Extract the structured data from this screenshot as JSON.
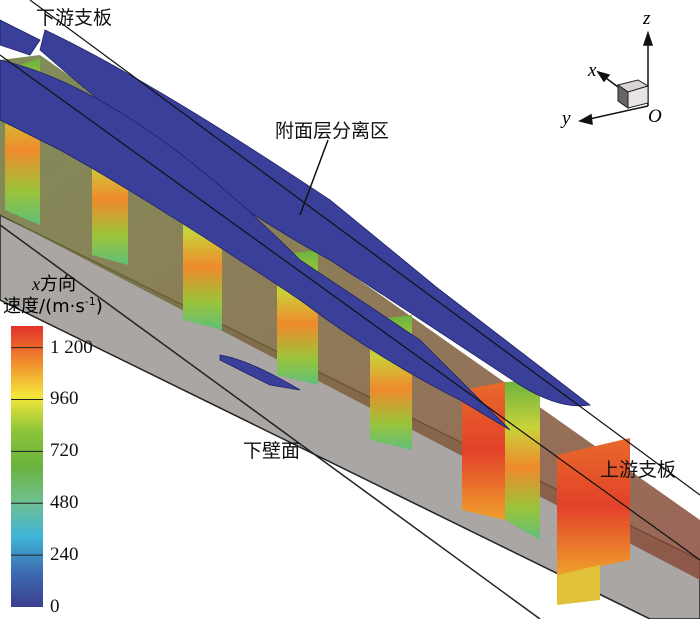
{
  "labels": {
    "downstream_strut": "下游支板",
    "separation_zone": "附面层分离区",
    "lower_wall": "下壁面",
    "upstream_strut": "上游支板"
  },
  "axes": {
    "x": "x",
    "y": "y",
    "z": "z",
    "origin": "O"
  },
  "colorbar": {
    "title_var": "x",
    "title_line1": "方向",
    "title_line2": "速度/(m·s",
    "title_sup": "-1",
    "title_close": ")",
    "ticks": [
      "1 200",
      "960",
      "720",
      "480",
      "240",
      "0"
    ],
    "range": [
      0,
      1300
    ],
    "colors": [
      "#e2312a",
      "#f08a2c",
      "#f4e83a",
      "#8cc43a",
      "#6ab33f",
      "#6fbf8f",
      "#3fb5d8",
      "#3d6cb0",
      "#3b3f8f"
    ]
  }
}
